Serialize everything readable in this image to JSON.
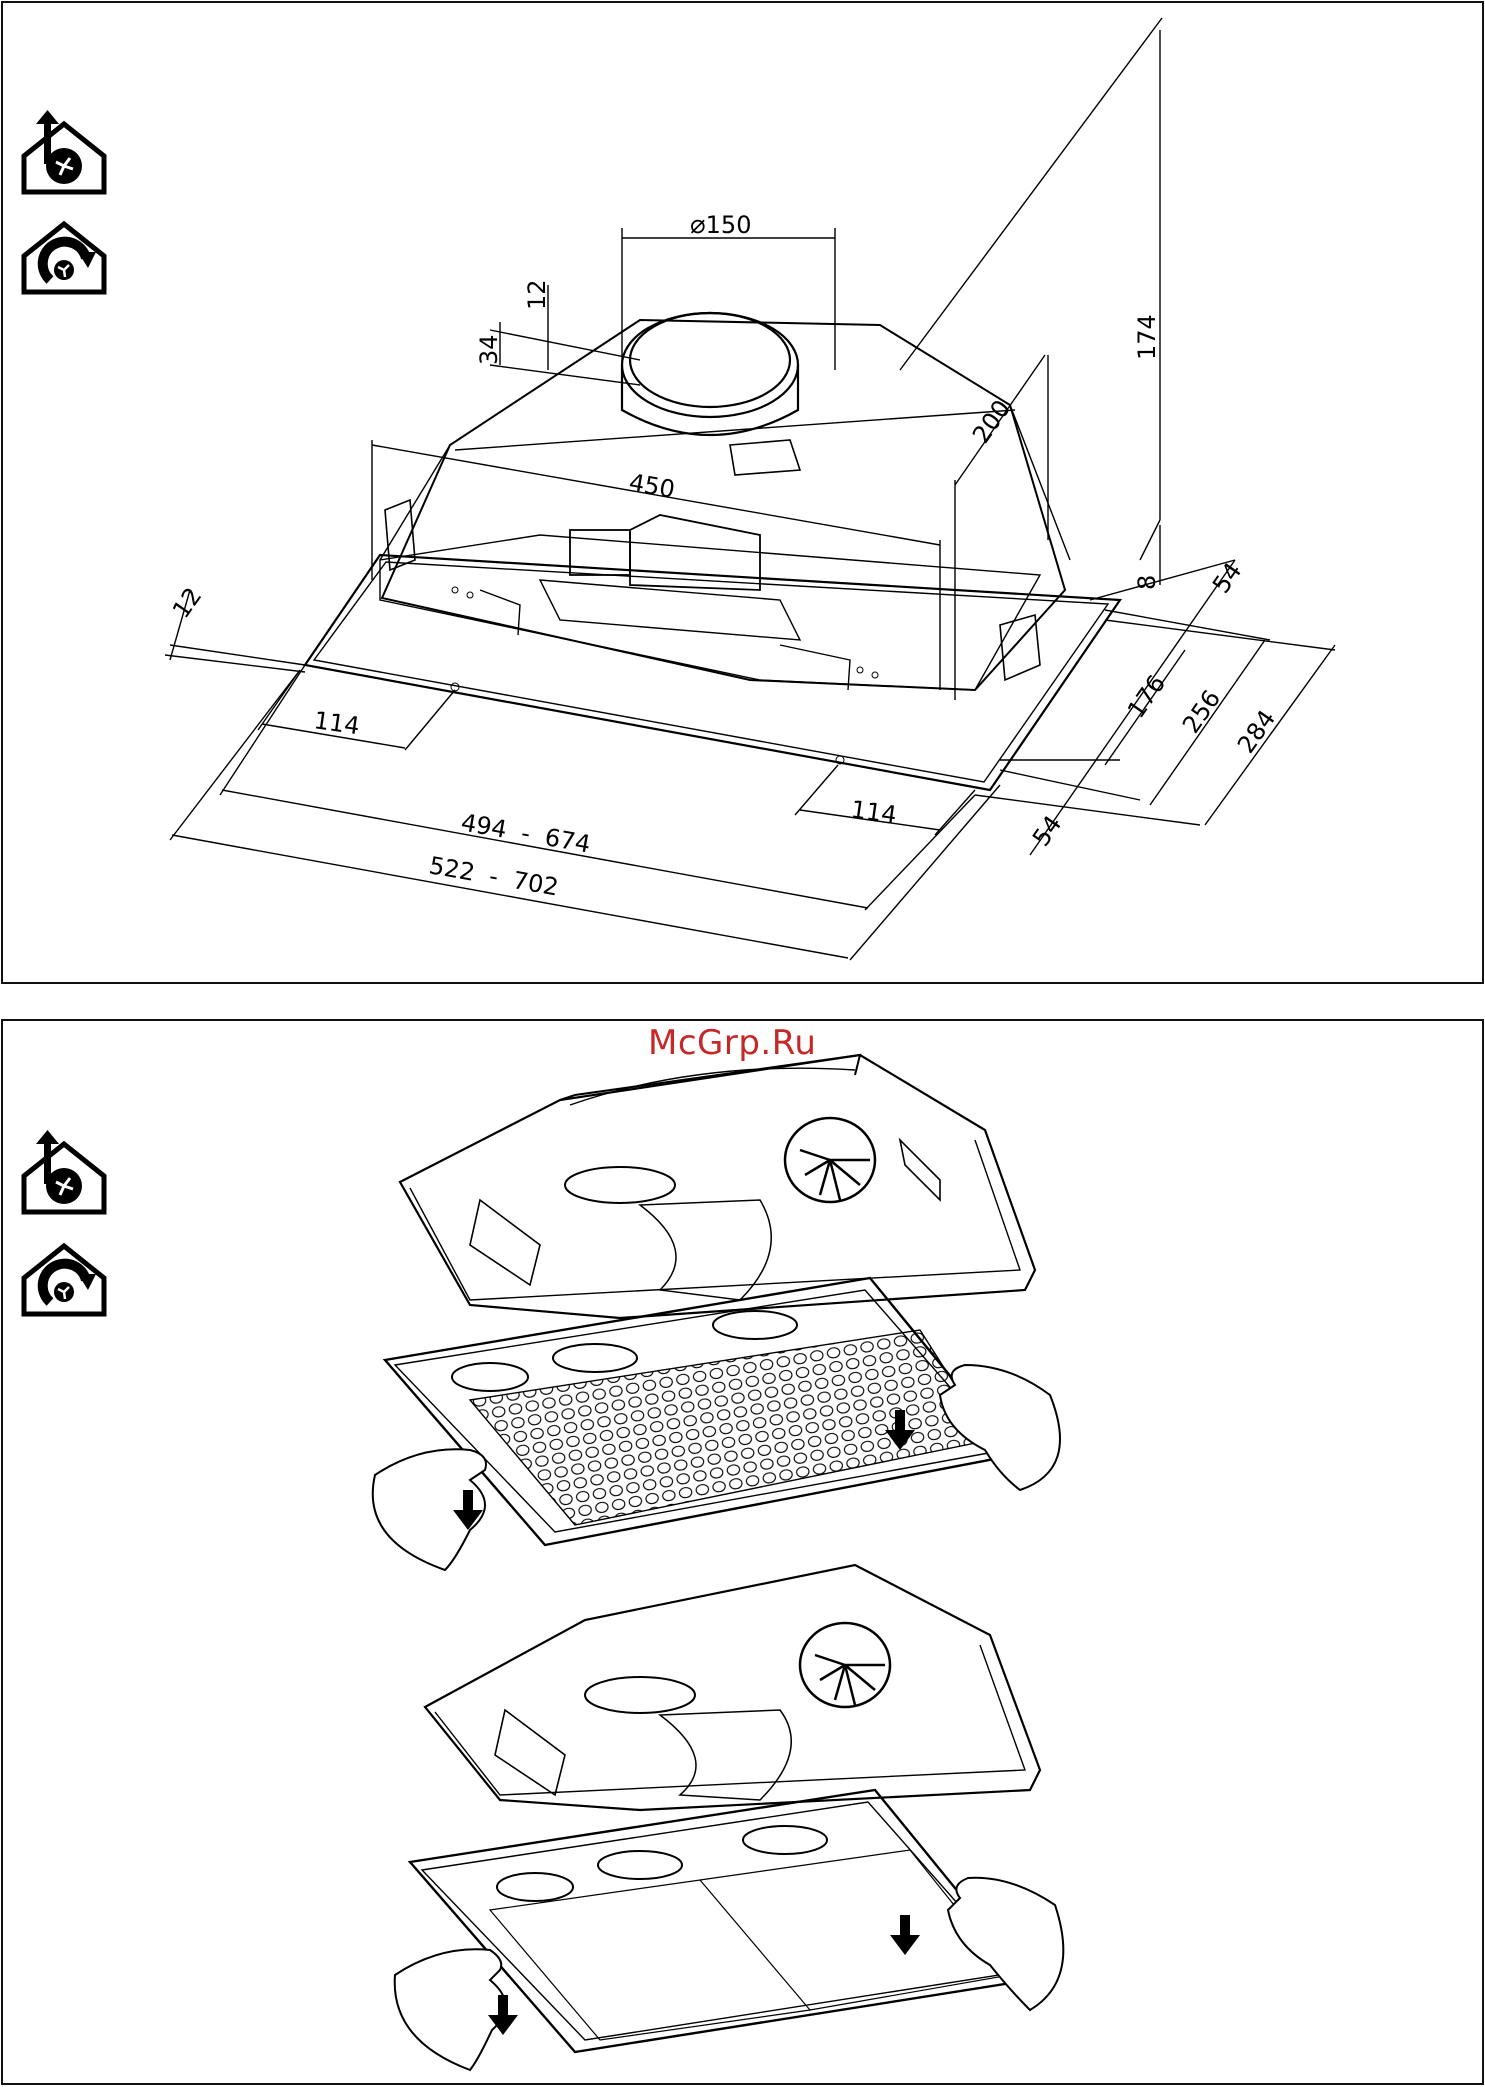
{
  "watermark": "McGrp.Ru",
  "icons": {
    "ducted_icon": "house-fan-exhaust-icon",
    "recirculation_icon": "house-fan-recirculation-icon"
  },
  "dimensions": {
    "d_150": "150",
    "h_12_top": "12",
    "h_34": "34",
    "w_450": "450",
    "h_200": "200",
    "h_174": "174",
    "h_8": "8",
    "d_54_top": "54",
    "w_12_left": "12",
    "w_114_left": "114",
    "w_114_right": "114",
    "w_494_674": "494  -  674",
    "w_522_702": "522  -  702",
    "d_176": "176",
    "d_256": "256",
    "d_284": "284",
    "d_54_bottom": "54"
  },
  "colors": {
    "line": "#000000",
    "watermark": "#c62828",
    "background": "#ffffff"
  }
}
